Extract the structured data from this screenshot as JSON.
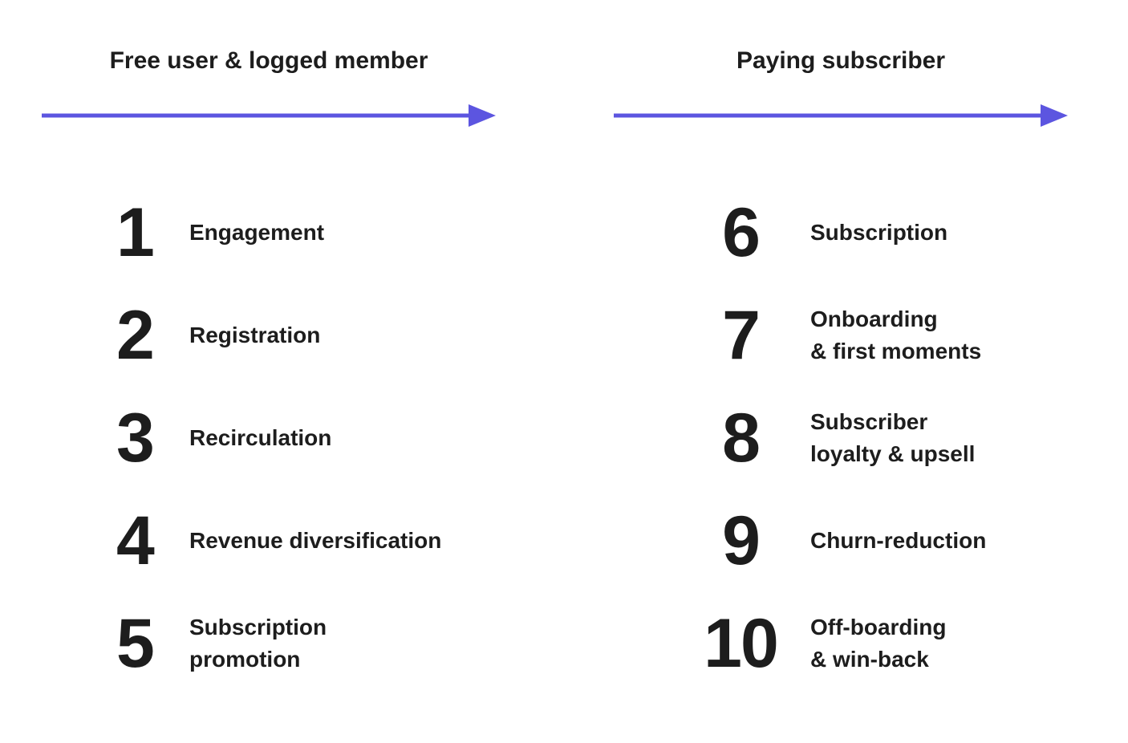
{
  "page": {
    "background": "#ffffff",
    "text_color": "#1d1d1d",
    "arrow_color": "#5c55e0"
  },
  "columns": [
    {
      "header": "Free user & logged member",
      "items": [
        {
          "number": "1",
          "lines": [
            "Engagement"
          ]
        },
        {
          "number": "2",
          "lines": [
            "Registration"
          ]
        },
        {
          "number": "3",
          "lines": [
            "Recirculation"
          ]
        },
        {
          "number": "4",
          "lines": [
            "Revenue diversification"
          ]
        },
        {
          "number": "5",
          "lines": [
            "Subscription",
            "promotion"
          ]
        }
      ]
    },
    {
      "header": "Paying subscriber",
      "items": [
        {
          "number": "6",
          "lines": [
            "Subscription"
          ]
        },
        {
          "number": "7",
          "lines": [
            "Onboarding",
            "& first moments"
          ]
        },
        {
          "number": "8",
          "lines": [
            "Subscriber",
            "loyalty & upsell"
          ]
        },
        {
          "number": "9",
          "lines": [
            "Churn-reduction"
          ]
        },
        {
          "number": "10",
          "lines": [
            "Off-boarding",
            "& win-back"
          ]
        }
      ]
    }
  ]
}
